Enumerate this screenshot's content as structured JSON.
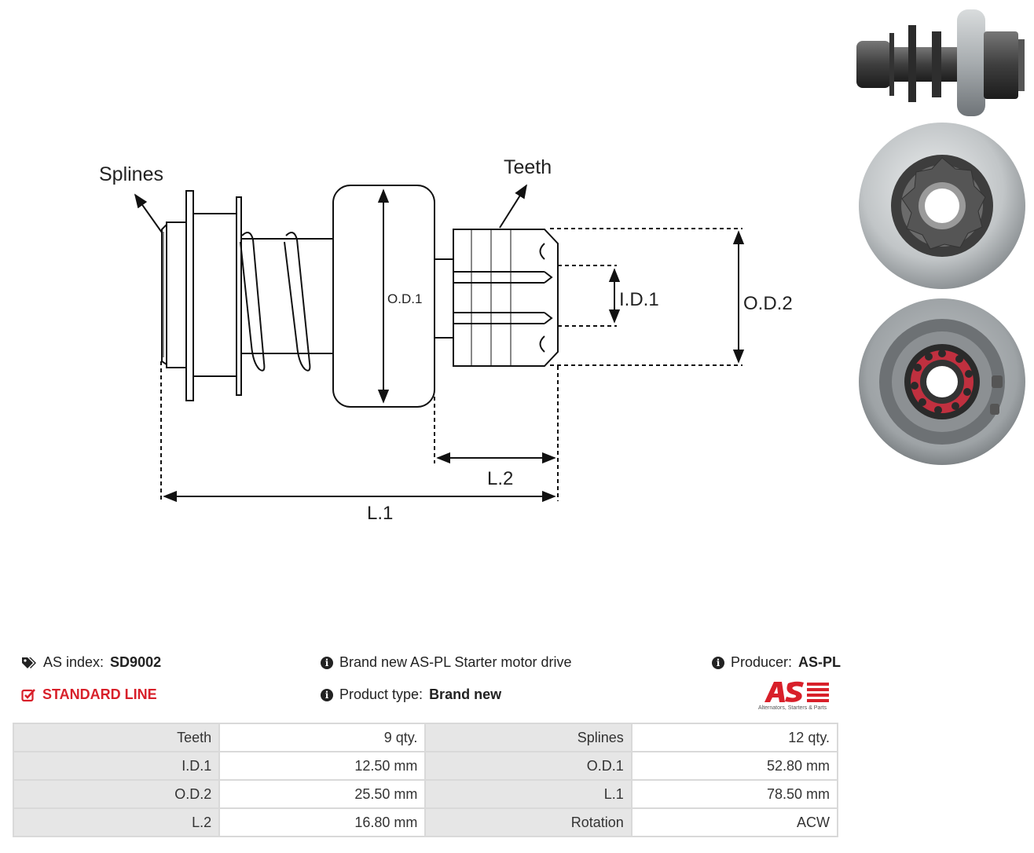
{
  "diagram": {
    "labels": {
      "splines": "Splines",
      "teeth": "Teeth",
      "od1": "O.D.1",
      "id1": "I.D.1",
      "od2": "O.D.2",
      "l1": "L.1",
      "l2": "L.2"
    }
  },
  "photos": [
    "side-view",
    "front-view-pinion",
    "rear-view-splines"
  ],
  "info": {
    "as_index_label": "AS index:",
    "as_index_value": "SD9002",
    "line": "STANDARD LINE",
    "description": "Brand new AS-PL Starter motor drive",
    "product_type_label": "Product type:",
    "product_type_value": "Brand new",
    "producer_label": "Producer:",
    "producer_value": "AS-PL",
    "logo_tagline": "Alternators, Starters & Parts"
  },
  "colors": {
    "accent_red": "#d8202a"
  },
  "specs": [
    {
      "label1": "Teeth",
      "value1": "9 qty.",
      "label2": "Splines",
      "value2": "12 qty."
    },
    {
      "label1": "I.D.1",
      "value1": "12.50 mm",
      "label2": "O.D.1",
      "value2": "52.80 mm"
    },
    {
      "label1": "O.D.2",
      "value1": "25.50 mm",
      "label2": "L.1",
      "value2": "78.50 mm"
    },
    {
      "label1": "L.2",
      "value1": "16.80 mm",
      "label2": "Rotation",
      "value2": "ACW"
    }
  ]
}
